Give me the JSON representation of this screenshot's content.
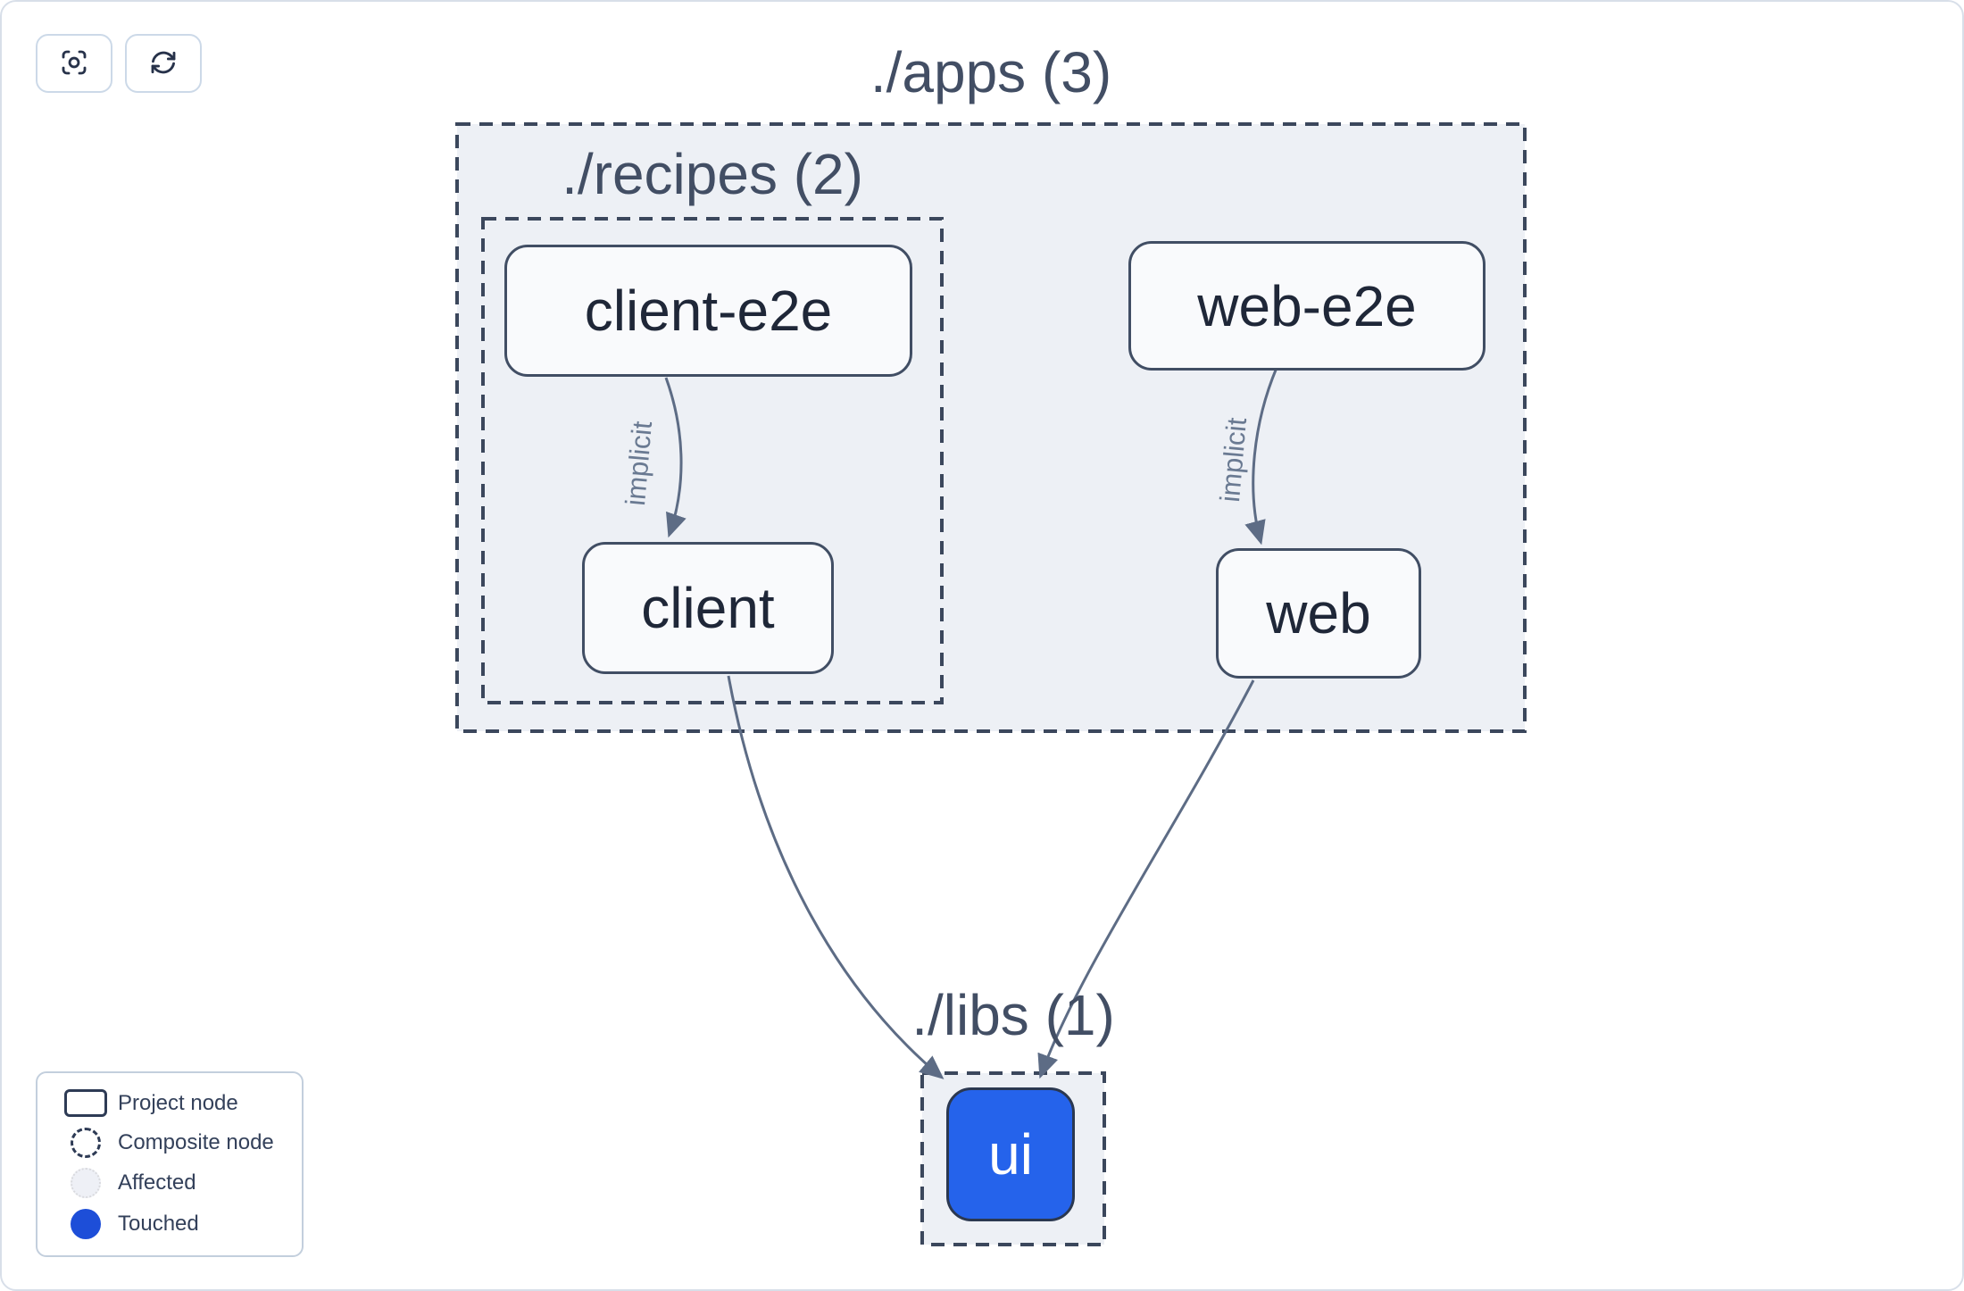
{
  "toolbar": {
    "buttons": [
      {
        "icon": "focus-icon"
      },
      {
        "icon": "refresh-icon"
      }
    ]
  },
  "graph": {
    "groups": [
      {
        "id": "apps",
        "label": "./apps (3)"
      },
      {
        "id": "recipes",
        "label": "./recipes (2)"
      },
      {
        "id": "libs",
        "label": "./libs (1)"
      }
    ],
    "nodes": [
      {
        "id": "client-e2e",
        "label": "client-e2e",
        "state": "default"
      },
      {
        "id": "client",
        "label": "client",
        "state": "default"
      },
      {
        "id": "web-e2e",
        "label": "web-e2e",
        "state": "default"
      },
      {
        "id": "web",
        "label": "web",
        "state": "default"
      },
      {
        "id": "ui",
        "label": "ui",
        "state": "touched"
      }
    ],
    "edges": [
      {
        "from": "client-e2e",
        "to": "client",
        "label": "implicit"
      },
      {
        "from": "web-e2e",
        "to": "web",
        "label": "implicit"
      },
      {
        "from": "client",
        "to": "ui",
        "label": ""
      },
      {
        "from": "web",
        "to": "ui",
        "label": ""
      }
    ]
  },
  "legend": {
    "items": [
      {
        "icon": "project-node-icon",
        "label": "Project node"
      },
      {
        "icon": "composite-node-icon",
        "label": "Composite node"
      },
      {
        "icon": "affected-icon",
        "label": "Affected"
      },
      {
        "icon": "touched-icon",
        "label": "Touched"
      }
    ]
  },
  "colors": {
    "touched_blue": "#1d4ed8",
    "ui_node_fill": "#2563eb",
    "container_fill": "#edf0f5",
    "dashed_border": "#3b475c",
    "node_border": "#414e64",
    "edge": "#5d6c85",
    "title_text": "#424e64"
  }
}
